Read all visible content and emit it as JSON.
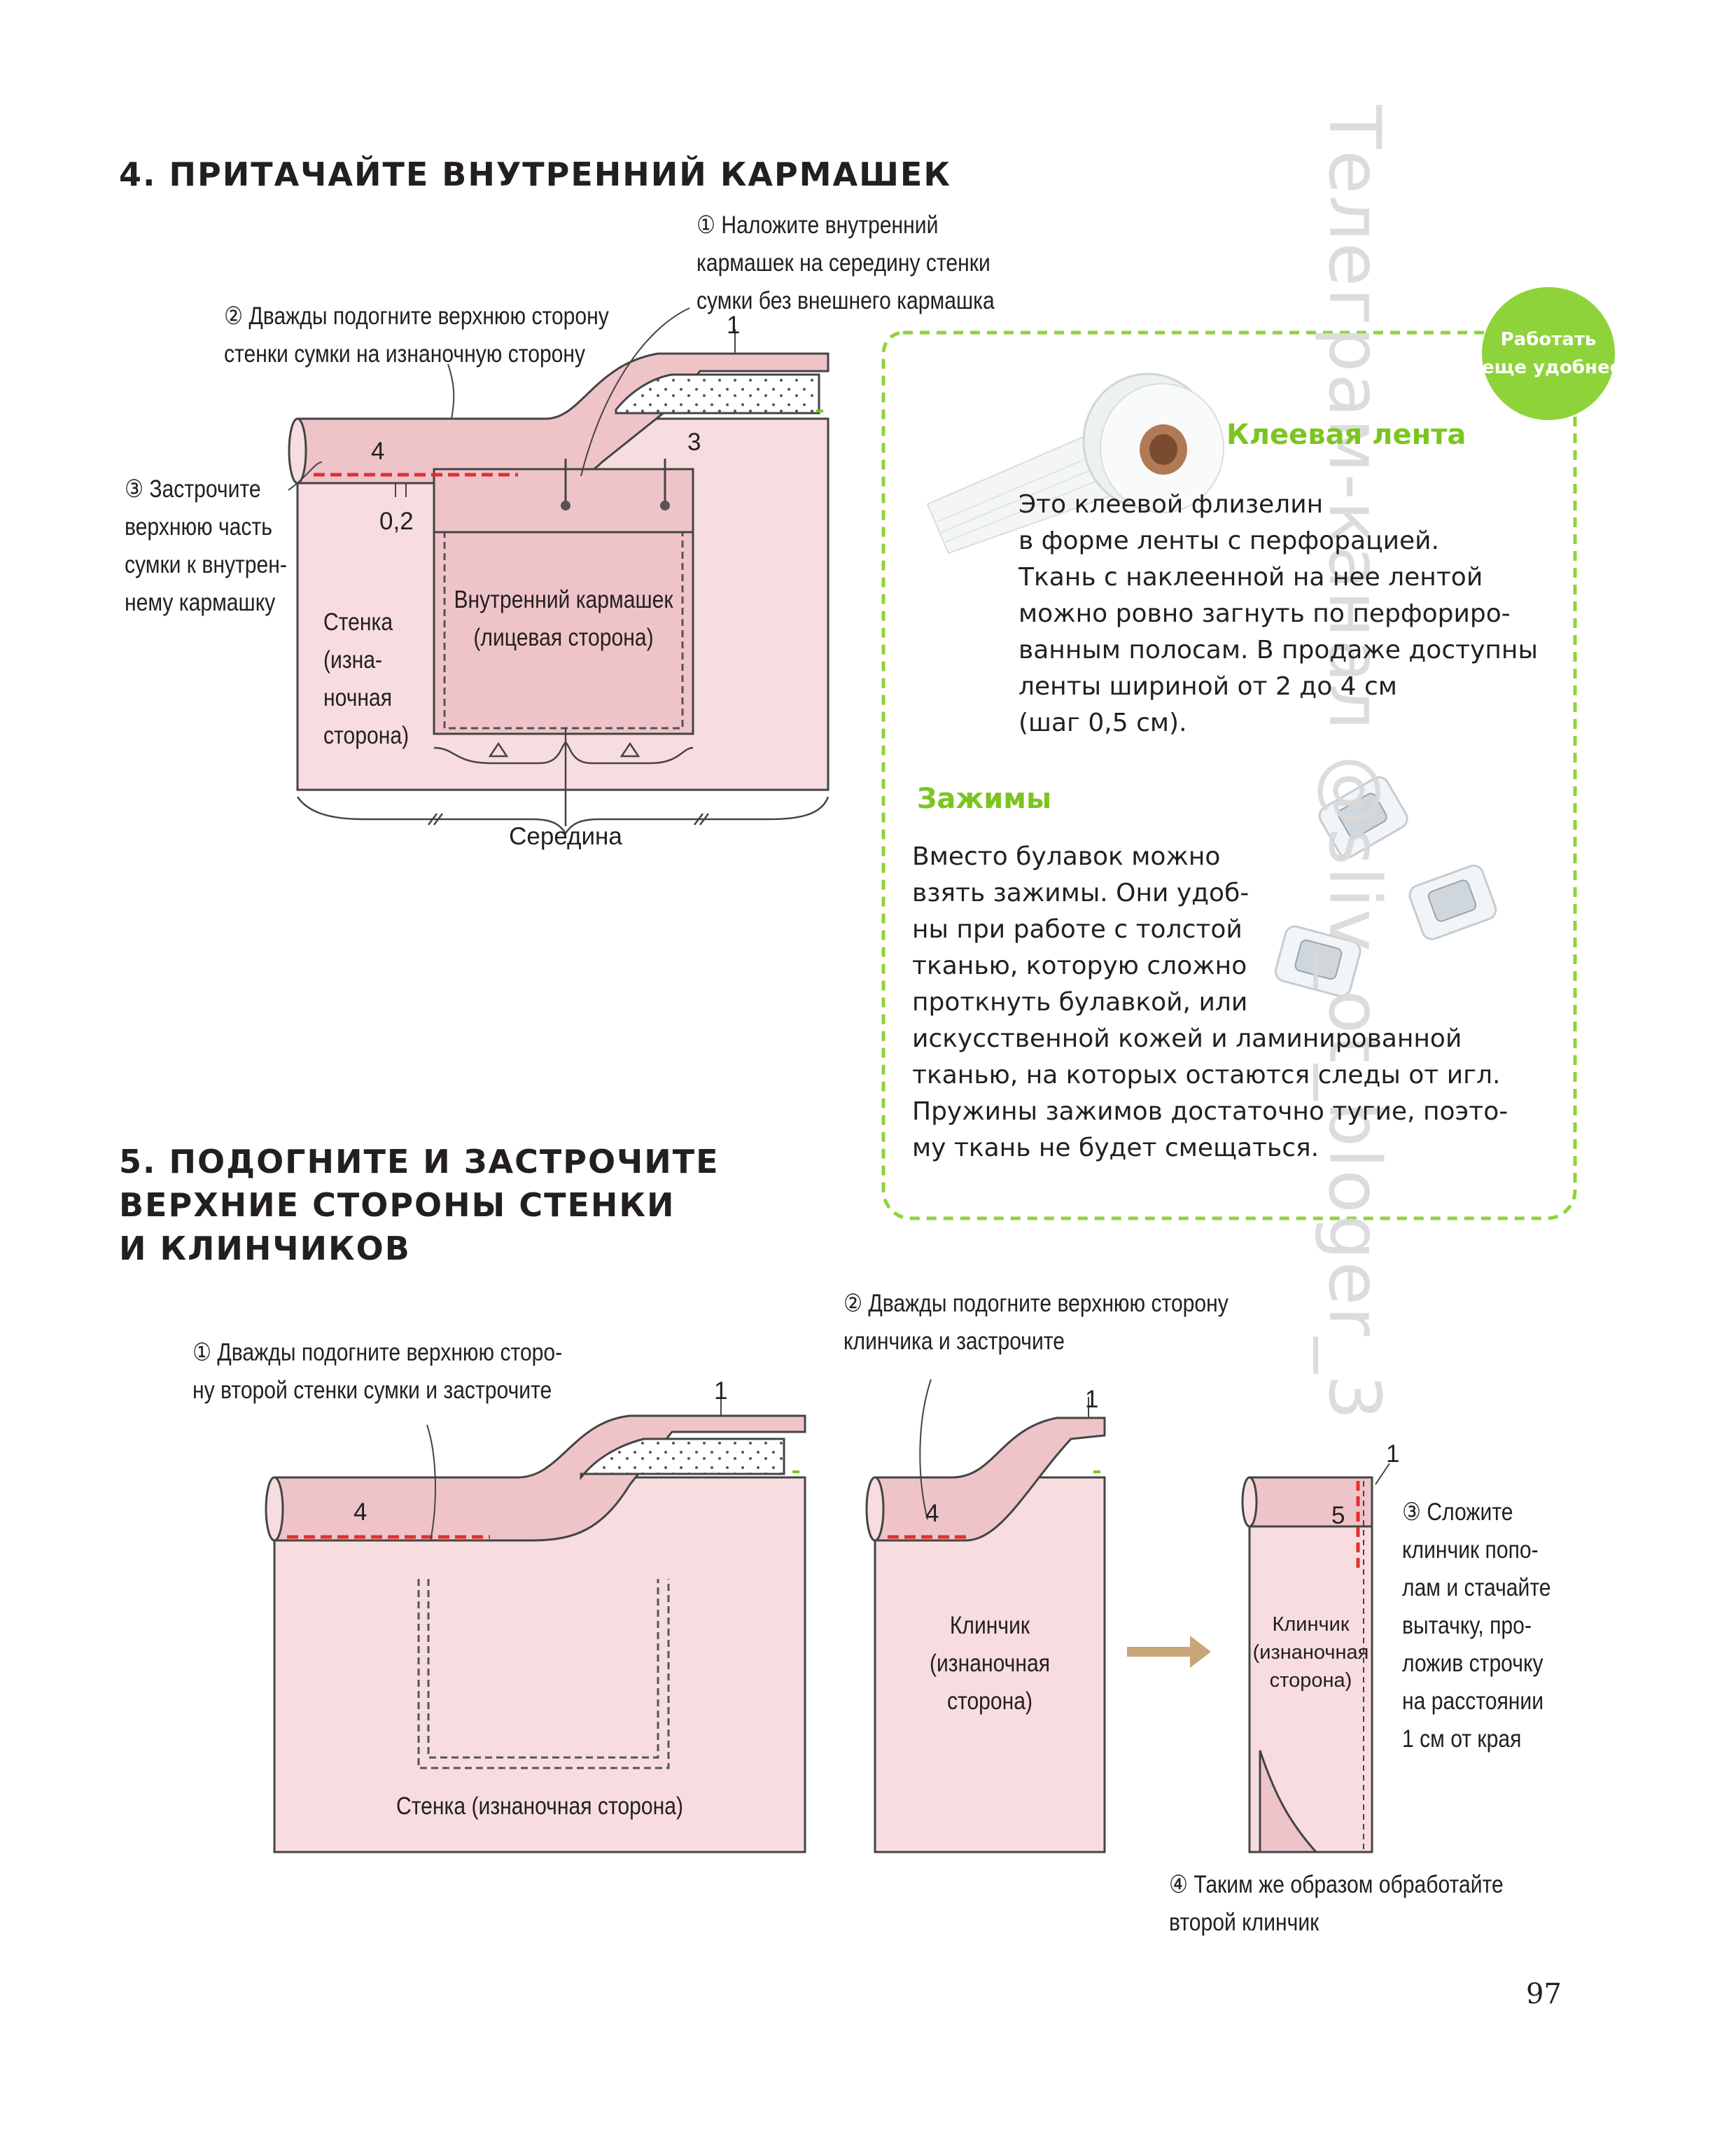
{
  "colors": {
    "fabric": "#f7dde0",
    "fabric_dark": "#efc4c9",
    "stitch": "#e03030",
    "accent_green": "#7cc520",
    "border_green": "#8fd33a",
    "arrow": "#c9a57a",
    "watermark": "#d9d9d9"
  },
  "step4": {
    "heading": "4. ПРИТАЧАЙТЕ ВНУТРЕННИЙ КАРМАШЕК",
    "callout1": "① Наложите внутренний\nкармашек на середину стенки\nсумки без внешнего кармашка",
    "callout2": "② Дважды подогните верхнюю сторону\nстенки сумки на изнаночную сторону",
    "callout3": "③ Застрочите\nверхнюю часть\nсумки к внутрен-\nнему кармашку",
    "dim_1": "1",
    "dim_3": "3",
    "dim_4": "4",
    "dim_02": "0,2",
    "pocket_label": "Внутренний кармашек\n(лицевая сторона)",
    "wall_label": "Стенка\n(изна-\nночная\nсторона)",
    "middle_label": "Середина"
  },
  "tip_box": {
    "badge": "Работать\nеще удобнее!",
    "tape_title": "Клеевая лента",
    "tape_text": "Это клеевой флизелин\nв форме ленты с перфорацией.\nТкань с наклеенной на нее лентой\nможно ровно загнуть по перфориро-\nванным полосам. В продаже доступны\nленты шириной от 2 до 4 см\n(шаг 0,5 см).",
    "clips_title": "Зажимы",
    "clips_text": "Вместо булавок можно\nвзять зажимы. Они удоб-\nны при работе с толстой\nтканью, которую сложно\nпроткнуть булавкой, или\nискусственной кожей и ламинированной\nтканью, на которых остаются следы от игл.\nПружины зажимов достаточно тугие, поэто-\nму ткань не будет смещаться."
  },
  "step5": {
    "heading": "5. ПОДОГНИТЕ И ЗАСТРОЧИТЕ\nВЕРХНИЕ СТОРОНЫ СТЕНКИ\nИ КЛИНЧИКОВ",
    "callout1": "① Дважды подогните верхнюю сторо-\nну второй стенки сумки и застрочите",
    "callout2": "② Дважды подогните верхнюю сторону\nклинчика и застрочите",
    "callout3": "③ Сложите\nклинчик попо-\nлам и стачайте\nвытачку, про-\nложив строчку\nна расстоянии\n1 см от края",
    "callout4": "④ Таким же образом обработайте\nвторой клинчик",
    "dim_1": "1",
    "dim_4": "4",
    "dim_5": "5",
    "wall_label": "Стенка (изнаночная сторона)",
    "gusset_label": "Клинчик\n(изнаночная\nсторона)",
    "gusset_folded_label": "Клинчик\n(изнаночная\nсторона)"
  },
  "watermark": "Телеграм-канал @sliv_ot_bloger_3",
  "page_number": "97"
}
